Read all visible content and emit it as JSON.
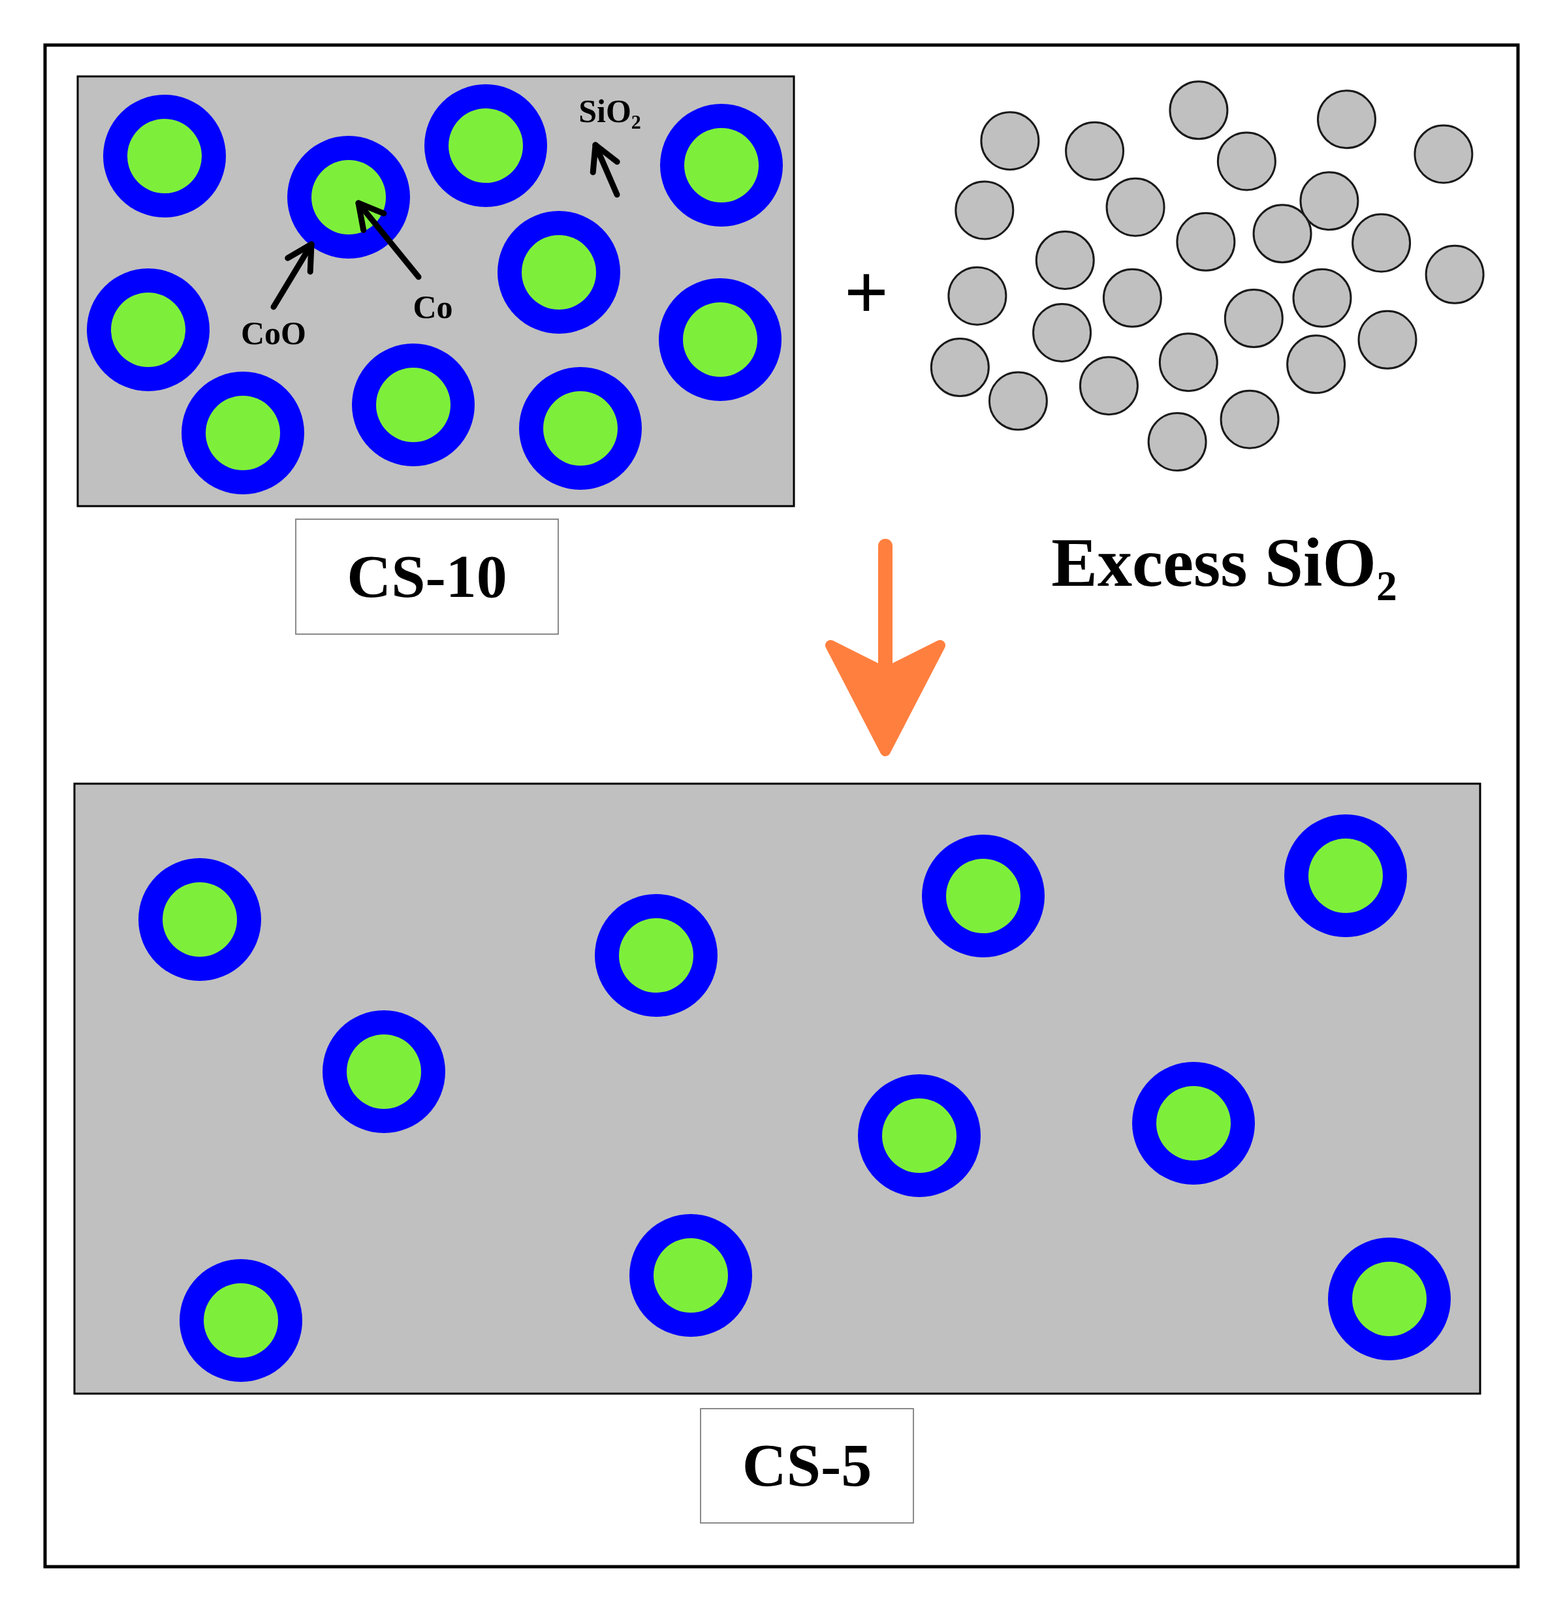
{
  "diagram": {
    "nodes": [
      {
        "text": [
          "CS-10"
        ]
      },
      {
        "text": [
          "CS-5"
        ]
      }
    ],
    "labels": [
      "SiO₂",
      "CoO",
      "Co",
      "+",
      "Excess SiO₂"
    ]
  }
}
